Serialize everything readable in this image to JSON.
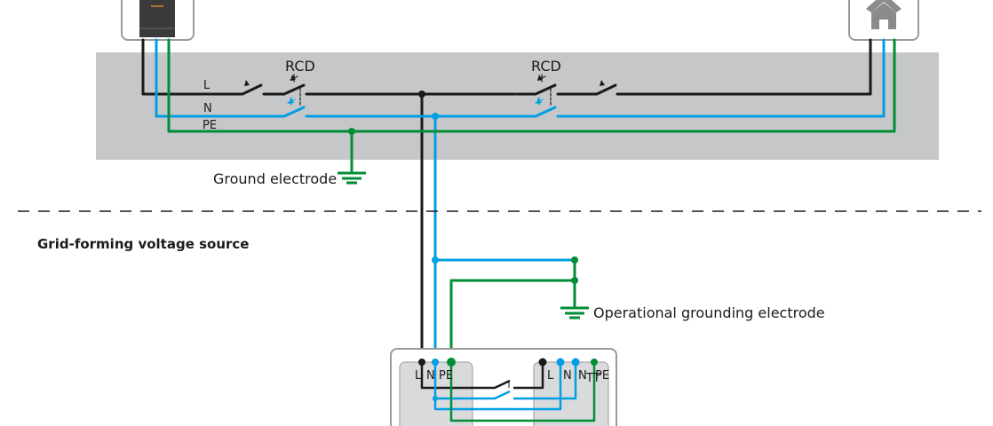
{
  "labels": {
    "L": "L",
    "N": "N",
    "PE": "PE",
    "rcd": "RCD",
    "ground_electrode": "Ground electrode",
    "grid_forming": "Grid-forming voltage source",
    "operational_ground": "Operational grounding electrode",
    "ntt": "N",
    "ntt_sub": "TT"
  },
  "colors": {
    "line_L": "#1a1a1a",
    "line_N": "#009fe3",
    "line_PE": "#008d36",
    "band": "#c6c7c9",
    "icon_gray": "#8a8b8d"
  },
  "icons": [
    "inverter-device-icon",
    "house-icon",
    "ground-symbol-icon"
  ]
}
